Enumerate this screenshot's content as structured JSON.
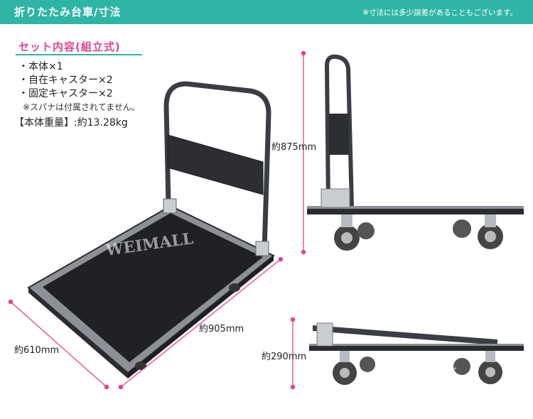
{
  "header": {
    "title": "折りたたみ台車/寸法",
    "note": "※寸法には多少誤差があることもございます。"
  },
  "set_contents": {
    "title": "セット内容(組立式)",
    "items": [
      "・本体×1",
      "・自在キャスター×2",
      "・固定キャスター×2"
    ],
    "note": "※スパナは付属されてません。",
    "weight": "【本体重量】:約13.28kg"
  },
  "dimensions": {
    "height": "約875mm",
    "length": "約905mm",
    "width": "約610mm",
    "folded_height": "約290mm"
  },
  "watermarks": [
    "WEIMALL",
    "WEIMALL",
    "WEIMALL"
  ],
  "colors": {
    "header": "#2fb5a5",
    "accent_pink": "#e0448f",
    "dimension_line": "#e0448f",
    "cart_frame": "#3a3d44",
    "deck": "#202225"
  }
}
